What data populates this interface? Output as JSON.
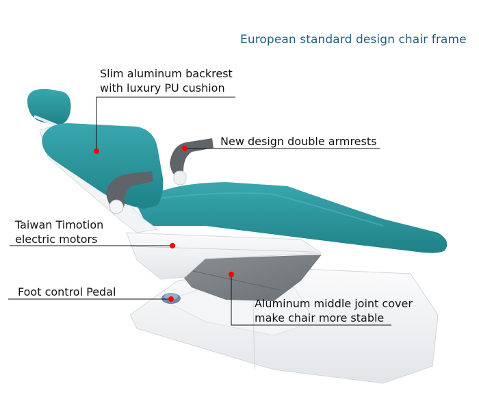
{
  "title": "European standard design chair frame",
  "colors": {
    "title": "#1d5d80",
    "upholstery": "#2a9aa0",
    "upholstery_dark": "#1d7d82",
    "armrest": "#5e6468",
    "frame_white": "#eef0f2",
    "joint_cover": "#7d8286",
    "marker": "#ff0000",
    "leader_line": "#111111"
  },
  "callouts": [
    {
      "id": "backrest",
      "lines": [
        "Slim aluminum backrest",
        "with luxury PU cushion"
      ]
    },
    {
      "id": "armrests",
      "lines": [
        "New design double armrests"
      ]
    },
    {
      "id": "motors",
      "lines": [
        "Taiwan Timotion",
        "electric motors"
      ]
    },
    {
      "id": "pedal",
      "lines": [
        "Foot control Pedal"
      ]
    },
    {
      "id": "joint-cover",
      "lines": [
        "Aluminum middle joint cover",
        "make chair more stable"
      ]
    }
  ]
}
